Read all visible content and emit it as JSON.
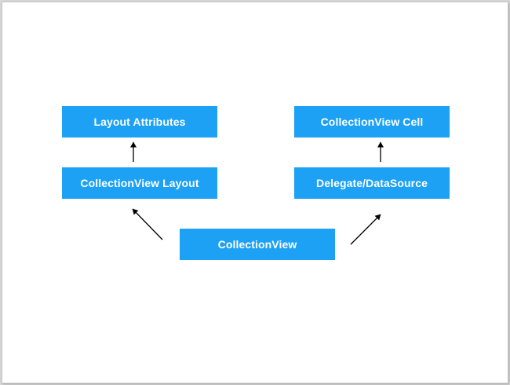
{
  "diagram": {
    "node_color": "#1da1f5",
    "arrow_color": "#000000",
    "nodes": {
      "layout_attributes": "Layout Attributes",
      "collectionview_cell": "CollectionView Cell",
      "collectionview_layout": "CollectionView Layout",
      "delegate_datasource": "Delegate/DataSource",
      "collectionview": "CollectionView"
    },
    "edges": [
      {
        "from": "collectionview",
        "to": "collectionview_layout"
      },
      {
        "from": "collectionview",
        "to": "delegate_datasource"
      },
      {
        "from": "collectionview_layout",
        "to": "layout_attributes"
      },
      {
        "from": "delegate_datasource",
        "to": "collectionview_cell"
      }
    ]
  }
}
